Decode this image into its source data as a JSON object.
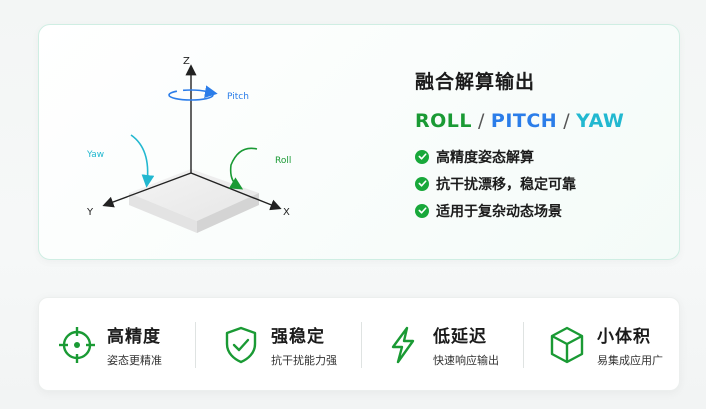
{
  "diagram": {
    "axis_z": "Z",
    "axis_y": "Y",
    "axis_x": "X",
    "pitch_label": "Pitch",
    "yaw_label": "Yaw",
    "roll_label": "Roll"
  },
  "info": {
    "title": "融合解算输出",
    "roll": "ROLL",
    "pitch": "PITCH",
    "yaw": "YAW",
    "slash": "/",
    "features": [
      "高精度姿态解算",
      "抗干扰漂移，稳定可靠",
      "适用于复杂动态场景"
    ]
  },
  "bottom": [
    {
      "icon": "crosshair-icon",
      "title": "高精度",
      "subtitle": "姿态更精准"
    },
    {
      "icon": "shield-check-icon",
      "title": "强稳定",
      "subtitle": "抗干扰能力强"
    },
    {
      "icon": "lightning-icon",
      "title": "低延迟",
      "subtitle": "快速响应输出"
    },
    {
      "icon": "cube-icon",
      "title": "小体积",
      "subtitle": "易集成应用广"
    }
  ],
  "colors": {
    "green": "#1a9a34",
    "blue": "#2b7de9",
    "cyan": "#22b8d0"
  }
}
